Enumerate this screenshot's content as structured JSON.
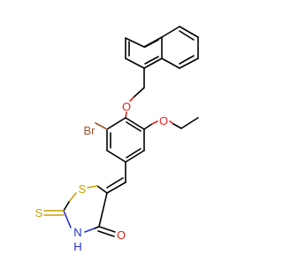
{
  "structure": {
    "atom_labels": {
      "bromine": "Br",
      "ether_oxygen_naphthylmethoxy": "O",
      "ether_oxygen_ethoxy": "O",
      "ring_sulfur": "S",
      "thioxo_sulfur": "S",
      "ring_nitrogen": "N",
      "nitrogen_hydrogen": "H",
      "carbonyl_oxygen": "O"
    },
    "colors": {
      "carbon_bonds": "#000000",
      "oxygen": "#e8231e",
      "sulfur": "#c9a000",
      "nitrogen": "#2230d8",
      "bromine": "#a0522d"
    }
  }
}
